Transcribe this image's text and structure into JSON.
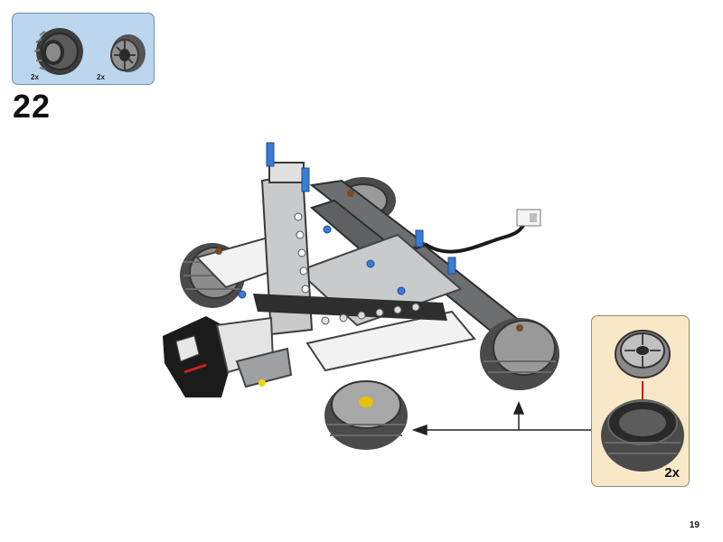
{
  "parts_list": {
    "items": [
      {
        "name": "tire",
        "quantity": "2x"
      },
      {
        "name": "wheel-rim",
        "quantity": "2x"
      }
    ]
  },
  "step": {
    "number": "22"
  },
  "callout": {
    "quantity": "2x"
  },
  "page": {
    "number": "19"
  },
  "colors": {
    "parts_box_bg": "#bcd6ee",
    "callout_bg": "#f8e8c8",
    "beam_dark_gray": "#6d6e70",
    "beam_light_gray": "#c9cacc",
    "white_panel": "#f2f2f2",
    "axle_blue": "#3a7bd5",
    "cable_black": "#1b1b1b",
    "tire_dark": "#4a4a4a",
    "motor_red": "#d42020",
    "arrow_red": "#d01818"
  }
}
